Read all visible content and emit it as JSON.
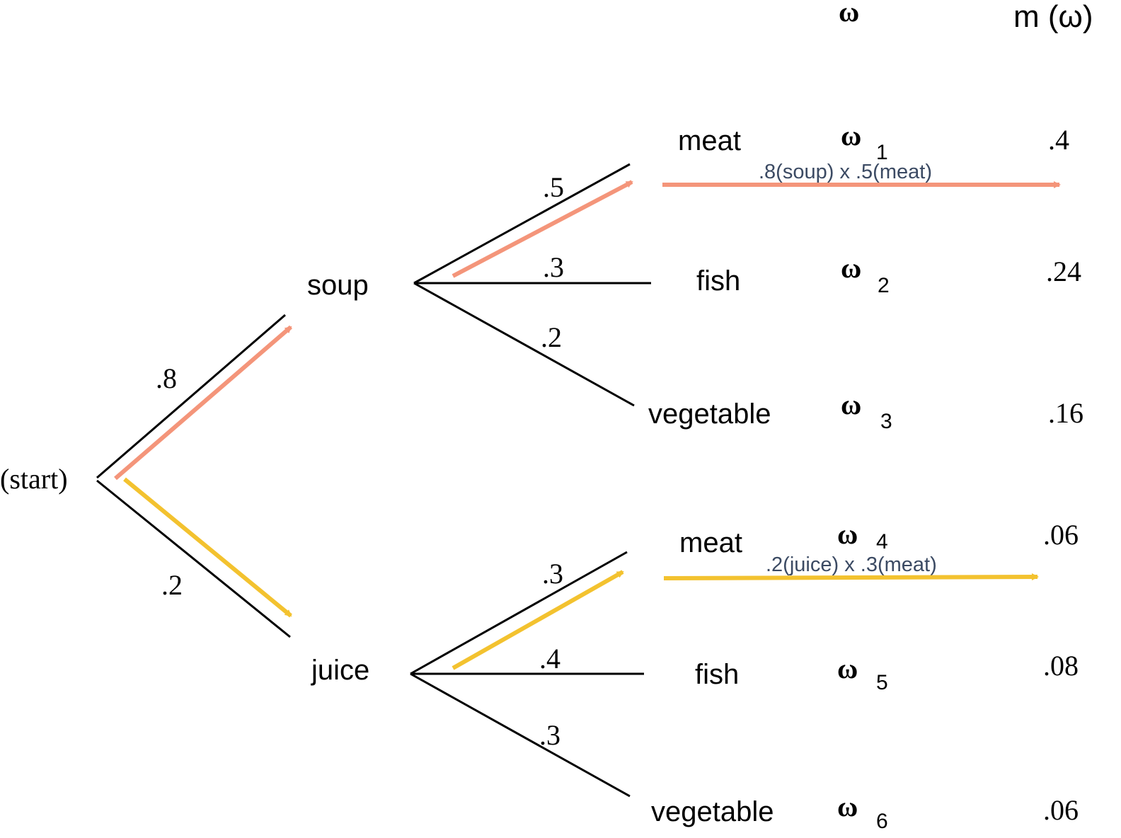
{
  "headers": {
    "omega": "ω",
    "mass": "m (ω)"
  },
  "start_label": "(start)",
  "first_level": [
    {
      "label": "soup",
      "prob": ".8"
    },
    {
      "label": "juice",
      "prob": ".2"
    }
  ],
  "soup_branches": [
    {
      "label": "meat",
      "prob": ".5",
      "omega": "ω",
      "sub": "1",
      "mass": ".4"
    },
    {
      "label": "fish",
      "prob": ".3",
      "omega": "ω",
      "sub": "2",
      "mass": ".24"
    },
    {
      "label": "vegetable",
      "prob": ".2",
      "omega": "ω",
      "sub": "3",
      "mass": ".16"
    }
  ],
  "juice_branches": [
    {
      "label": "meat",
      "prob": ".3",
      "omega": "ω",
      "sub": "4",
      "mass": ".06"
    },
    {
      "label": "fish",
      "prob": ".4",
      "omega": "ω",
      "sub": "5",
      "mass": ".08"
    },
    {
      "label": "vegetable",
      "prob": ".3",
      "omega": "ω",
      "sub": "6",
      "mass": ".06"
    }
  ],
  "calculations": [
    {
      "text": ".8(soup) x .5(meat)",
      "color": "#f4957a"
    },
    {
      "text": ".2(juice) x .3(meat)",
      "color": "#f3c22f"
    }
  ]
}
